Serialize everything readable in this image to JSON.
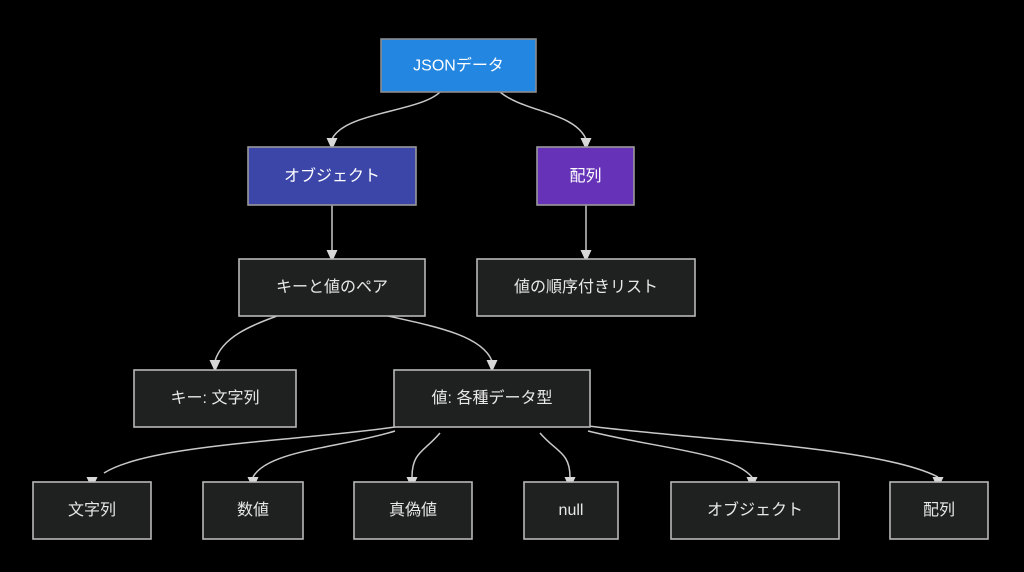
{
  "diagram": {
    "title_text": "JSONデータ",
    "background_color": "#000000",
    "edge_color": "#c9c9c9",
    "nodes": {
      "root": {
        "label": "JSONデータ",
        "color": "#2386e0",
        "text_color": "#ffffff"
      },
      "object": {
        "label": "オブジェクト",
        "color": "#3c45a8",
        "text_color": "#ffffff"
      },
      "array": {
        "label": "配列",
        "color": "#6633b8",
        "text_color": "#ffffff"
      },
      "key_value_pair": {
        "label": "キーと値のペア",
        "color": "#1f2020",
        "text_color": "#e8e8e8"
      },
      "ordered_list": {
        "label": "値の順序付きリスト",
        "color": "#1f2020",
        "text_color": "#e8e8e8"
      },
      "key_string": {
        "label": "キー: 文字列",
        "color": "#1f2020",
        "text_color": "#e8e8e8"
      },
      "value_types": {
        "label": "値: 各種データ型",
        "color": "#1f2020",
        "text_color": "#e8e8e8"
      },
      "leaf_string": {
        "label": "文字列",
        "color": "#1f2020",
        "text_color": "#e8e8e8"
      },
      "leaf_number": {
        "label": "数値",
        "color": "#1f2020",
        "text_color": "#e8e8e8"
      },
      "leaf_boolean": {
        "label": "真偽値",
        "color": "#1f2020",
        "text_color": "#e8e8e8"
      },
      "leaf_null": {
        "label": "null",
        "color": "#1f2020",
        "text_color": "#e8e8e8"
      },
      "leaf_object": {
        "label": "オブジェクト",
        "color": "#1f2020",
        "text_color": "#e8e8e8"
      },
      "leaf_array": {
        "label": "配列",
        "color": "#1f2020",
        "text_color": "#e8e8e8"
      }
    },
    "edges": [
      {
        "from": "root",
        "to": "object"
      },
      {
        "from": "root",
        "to": "array"
      },
      {
        "from": "object",
        "to": "key_value_pair"
      },
      {
        "from": "array",
        "to": "ordered_list"
      },
      {
        "from": "key_value_pair",
        "to": "key_string"
      },
      {
        "from": "key_value_pair",
        "to": "value_types"
      },
      {
        "from": "value_types",
        "to": "leaf_string"
      },
      {
        "from": "value_types",
        "to": "leaf_number"
      },
      {
        "from": "value_types",
        "to": "leaf_boolean"
      },
      {
        "from": "value_types",
        "to": "leaf_null"
      },
      {
        "from": "value_types",
        "to": "leaf_object"
      },
      {
        "from": "value_types",
        "to": "leaf_array"
      }
    ]
  }
}
